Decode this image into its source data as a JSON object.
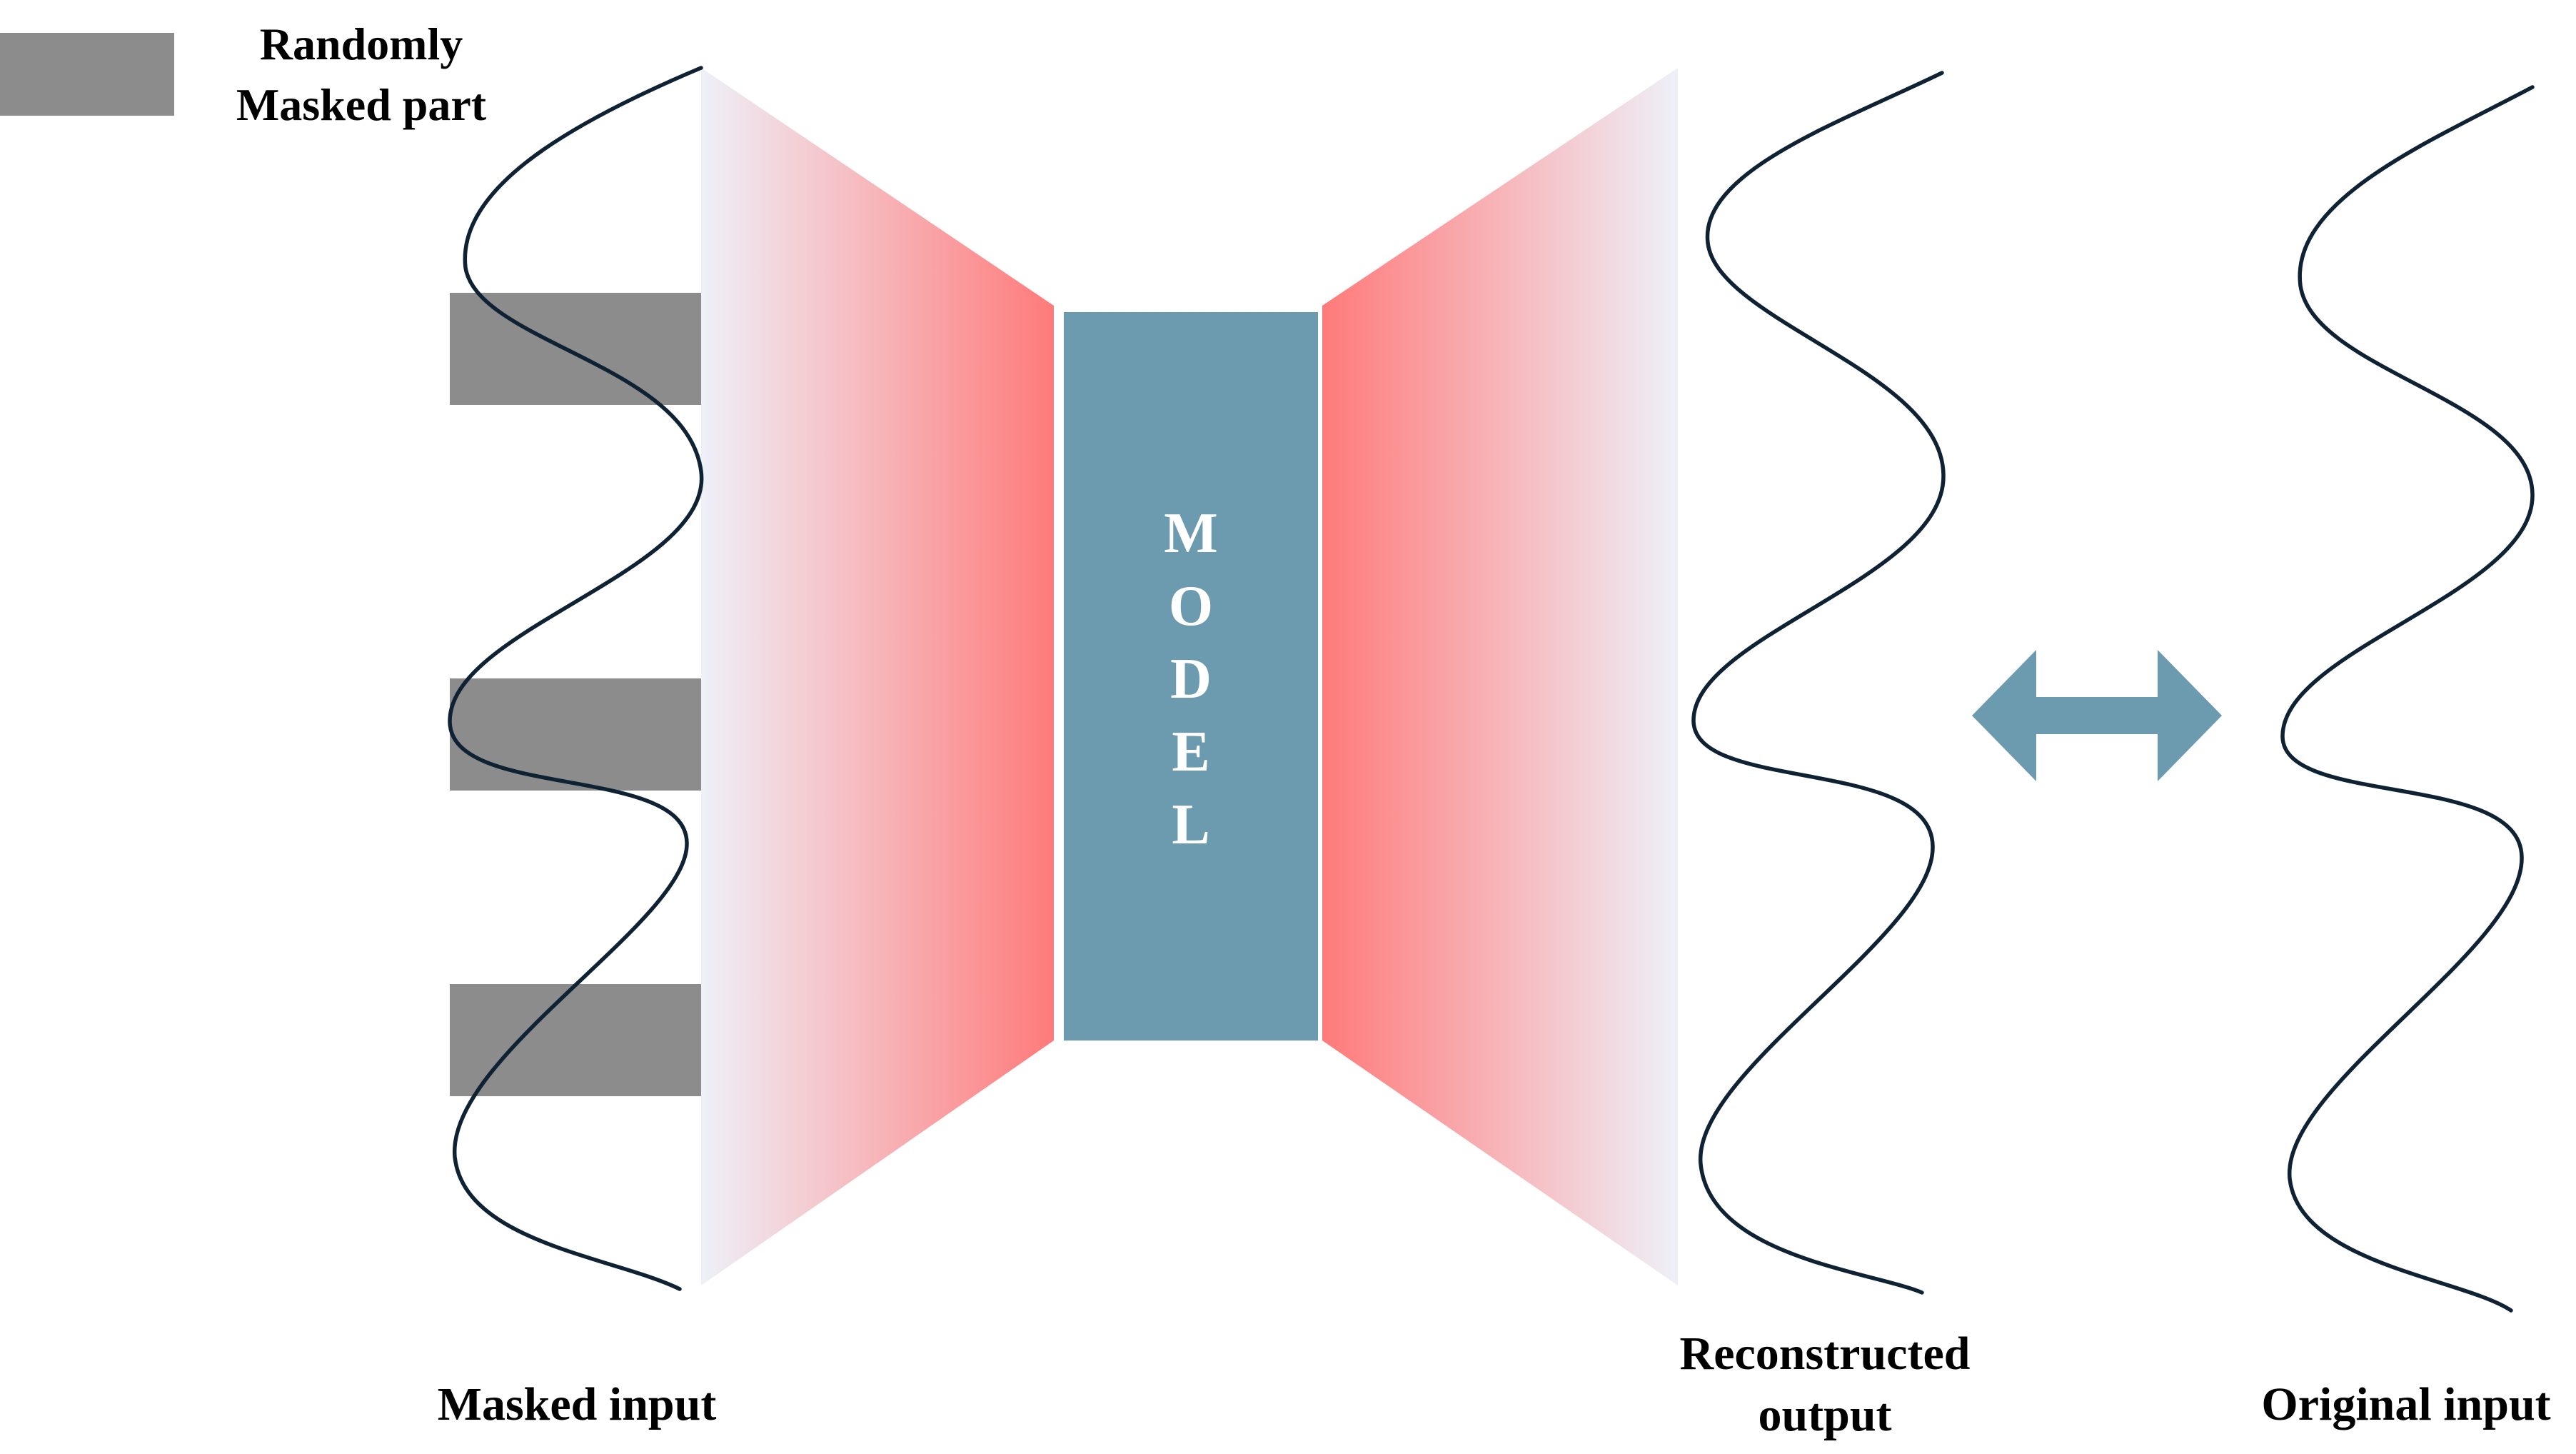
{
  "legend": {
    "label_line1": "Randomly",
    "label_line2": "Masked part"
  },
  "labels": {
    "masked_input": "Masked input",
    "reconstructed_line1": "Reconstructed",
    "reconstructed_line2": "output",
    "original_input": "Original input"
  },
  "model": {
    "letters": [
      "M",
      "O",
      "D",
      "E",
      "L"
    ]
  },
  "colors": {
    "mask_gray": "#8c8c8c",
    "model_blue": "#6c9bb0",
    "funnel_red": "#ff7a7a",
    "funnel_fade": "#eef0f8",
    "wave_stroke": "#0f2233",
    "arrow_blue": "#6c9bb0"
  }
}
